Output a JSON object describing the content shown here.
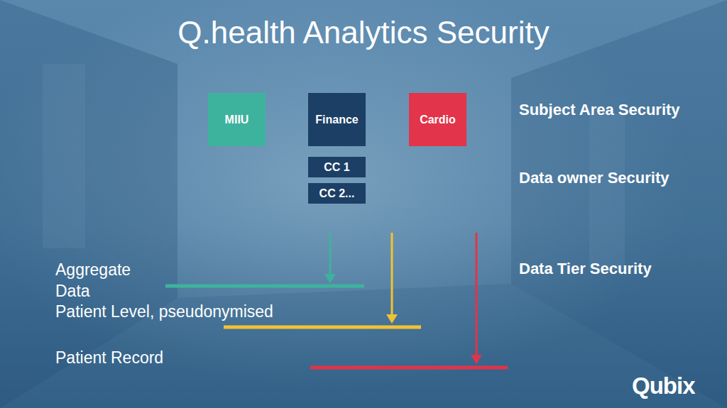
{
  "diagram": {
    "title": "Q.health Analytics Security",
    "nodes": [
      {
        "text": [
          "MIIU"
        ]
      },
      {
        "text": [
          "Finance"
        ]
      },
      {
        "text": [
          "Cardio"
        ]
      },
      {
        "text": [
          "CC 1"
        ]
      },
      {
        "text": [
          "CC 2..."
        ]
      }
    ],
    "labels": [
      "Subject Area Security",
      "Data owner Security",
      "Data Tier Security",
      "Aggregate Data",
      "Patient Level, pseudonymised",
      "Patient Record",
      "Qubix"
    ]
  }
}
